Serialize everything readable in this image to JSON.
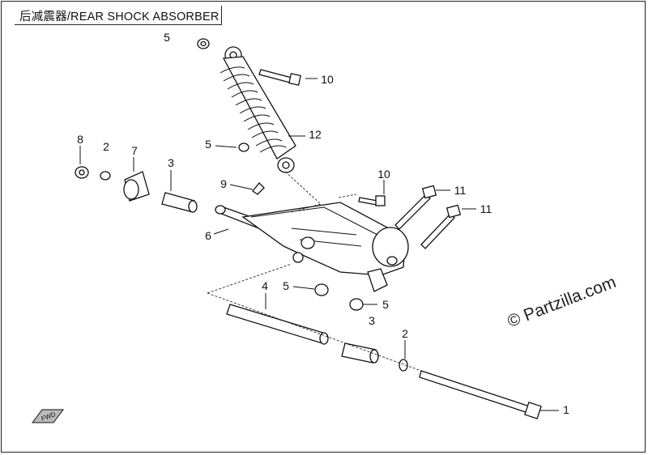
{
  "title": "后减震器/REAR SHOCK ABSORBER",
  "watermark": "© Partzilla.com",
  "fwd_label": "FWD",
  "callouts": [
    "5",
    "10",
    "12",
    "5",
    "8",
    "2",
    "7",
    "3",
    "9",
    "10",
    "11",
    "11",
    "6",
    "4",
    "5",
    "5",
    "3",
    "2",
    "1"
  ]
}
